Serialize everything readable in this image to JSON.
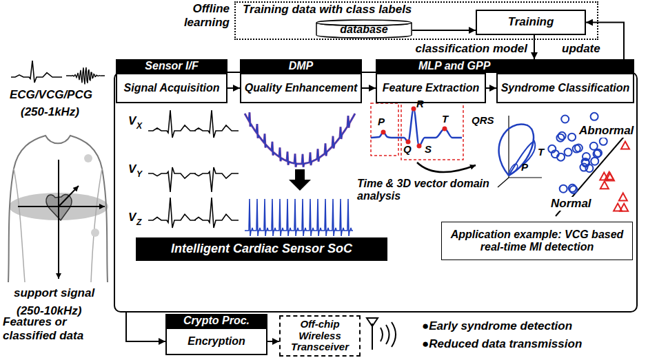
{
  "diagram": {
    "nodes": [
      {
        "text": [
          "Training data with class labels"
        ]
      },
      {
        "text": [
          "database"
        ],
        "in": 0
      },
      {
        "text": [
          "Training"
        ],
        "in": 0
      },
      {
        "text": [
          "Intelligent Cardiac Sensor SoC"
        ]
      },
      {
        "text": [
          "Sensor I/F",
          "Signal Acquisition"
        ],
        "in": 3
      },
      {
        "text": [
          "DMP",
          "Quality Enhancement"
        ],
        "in": 3
      },
      {
        "text": [
          "MLP and GPP"
        ],
        "in": 3
      },
      {
        "text": [
          "Feature Extraction"
        ],
        "in": 6
      },
      {
        "text": [
          "Syndrome Classification"
        ],
        "in": 6
      },
      {
        "text": [
          "Application example: VCG based real-time MI detection"
        ],
        "in": 3
      },
      {
        "text": [
          "Crypto Proc.",
          "Encryption"
        ]
      },
      {
        "text": [
          "Off-chip Wireless Transceiver"
        ]
      }
    ],
    "edges": [
      {
        "from": 4,
        "to": 5,
        "arrow": "to"
      },
      {
        "from": 5,
        "to": 7,
        "arrow": "to"
      },
      {
        "from": 7,
        "to": 8,
        "arrow": "to"
      },
      {
        "from": 1,
        "to": 2,
        "arrow": "to"
      },
      {
        "from": 2,
        "to": 8,
        "arrow": "to",
        "label": "classification model"
      },
      {
        "from": 8,
        "to": 2,
        "arrow": "to",
        "label": "update"
      },
      {
        "from": 3,
        "to": 10,
        "arrow": "to",
        "label": "Features or classified data"
      },
      {
        "from": 10,
        "to": 11,
        "arrow": "to"
      }
    ],
    "labels": [
      "Offline learning",
      "ECG/VCG/PCG",
      "(250-1kHz)",
      "support signal",
      "(250-10kHz)",
      "V",
      "X",
      "V",
      "Y",
      "V",
      "Z",
      "P",
      "R",
      "Q",
      "S",
      "T",
      "QRS",
      "T",
      "P",
      "Time & 3D vector domain analysis",
      "Abnormal",
      "Normal",
      "●Early syndrome detection",
      "●Reduced data transmission"
    ]
  }
}
